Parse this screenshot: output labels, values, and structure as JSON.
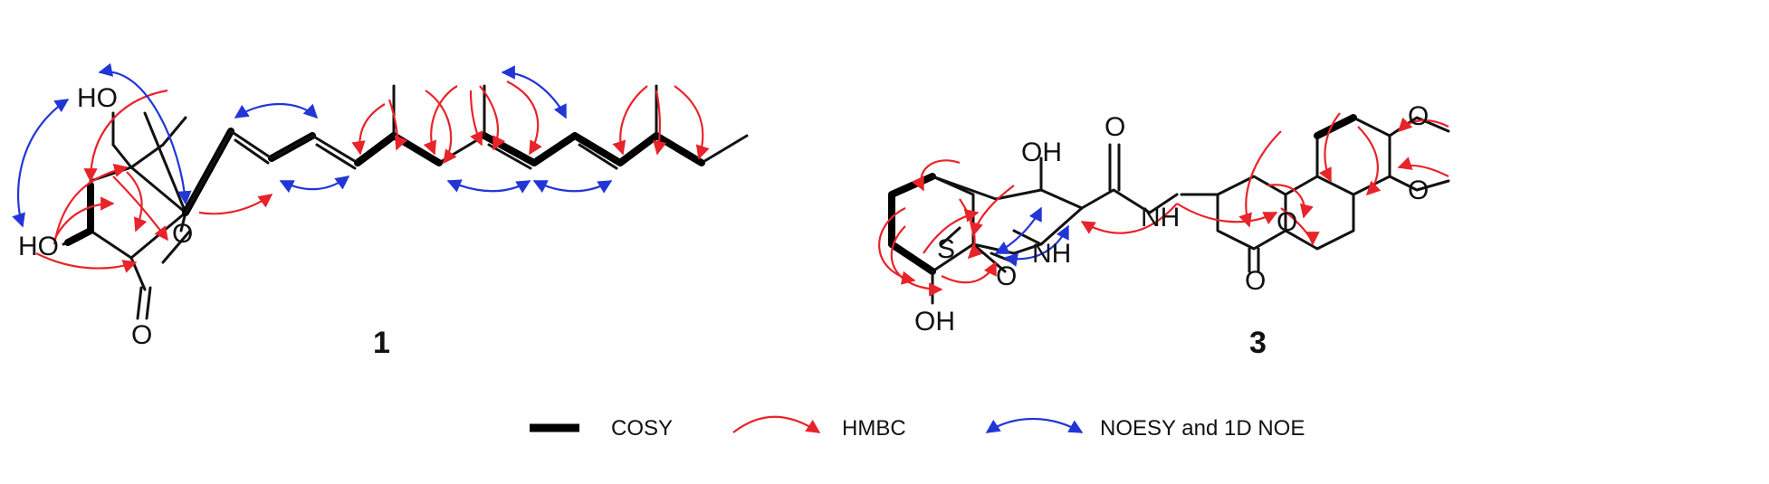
{
  "colors": {
    "cosy": "#000000",
    "hmbc": "#e8232a",
    "noesy": "#2236d6"
  },
  "compound1": {
    "number": "1",
    "labels": {
      "oh_top": "HO",
      "oh_left": "HO",
      "ring_o": "O",
      "carbonyl_o": "O"
    }
  },
  "compound3": {
    "number": "3",
    "labels": {
      "oh_top": "OH",
      "oh_bottom": "OH",
      "sulfur": "S",
      "nh_ring": "NH",
      "o_ring": "O",
      "amide_o": "O",
      "amide_nh": "NH",
      "coumarin_o": "O",
      "coumarin_co": "O",
      "methoxy_o1": "O",
      "methoxy_o2": "O"
    }
  },
  "legend": {
    "cosy_label": "COSY",
    "hmbc_label": "HMBC",
    "noesy_label": "NOESY and 1D NOE"
  }
}
